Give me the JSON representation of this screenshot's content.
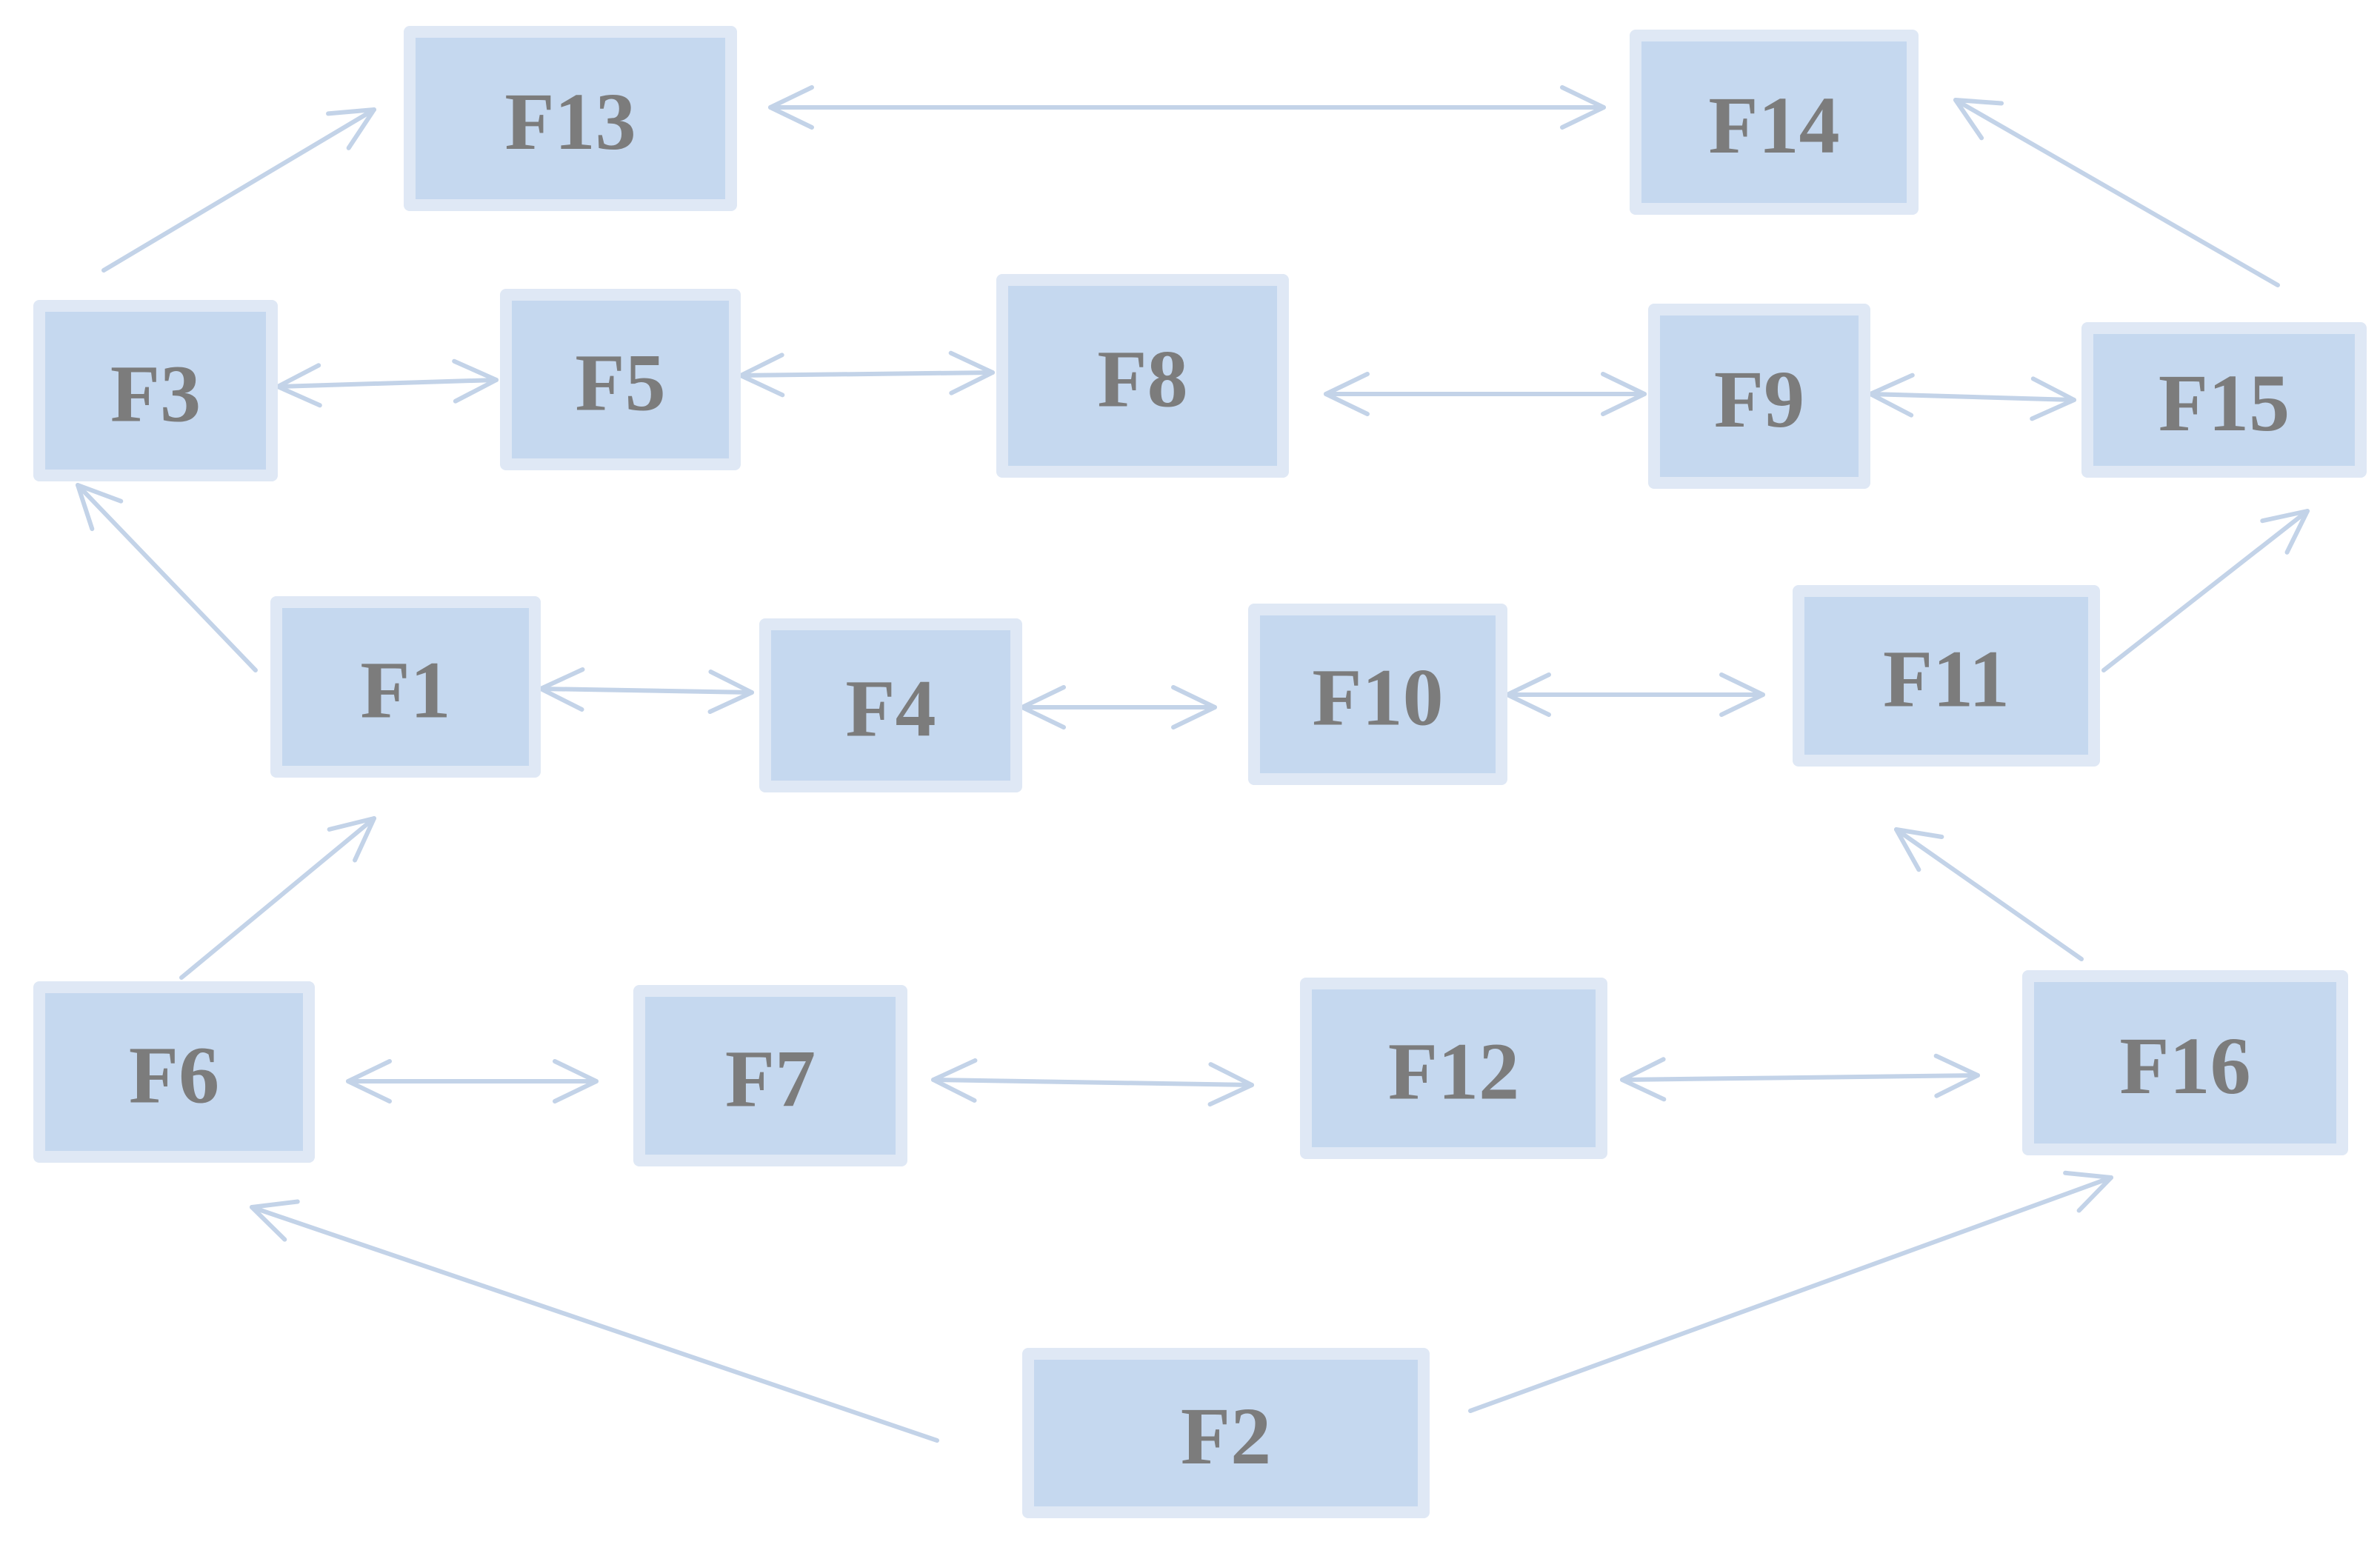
{
  "nodes": [
    {
      "id": "F13",
      "label": "F13"
    },
    {
      "id": "F14",
      "label": "F14"
    },
    {
      "id": "F3",
      "label": "F3"
    },
    {
      "id": "F5",
      "label": "F5"
    },
    {
      "id": "F8",
      "label": "F8"
    },
    {
      "id": "F9",
      "label": "F9"
    },
    {
      "id": "F15",
      "label": "F15"
    },
    {
      "id": "F1",
      "label": "F1"
    },
    {
      "id": "F4",
      "label": "F4"
    },
    {
      "id": "F10",
      "label": "F10"
    },
    {
      "id": "F11",
      "label": "F11"
    },
    {
      "id": "F6",
      "label": "F6"
    },
    {
      "id": "F7",
      "label": "F7"
    },
    {
      "id": "F12",
      "label": "F12"
    },
    {
      "id": "F16",
      "label": "F16"
    },
    {
      "id": "F2",
      "label": "F2"
    }
  ],
  "edges": [
    {
      "from": "F13",
      "to": "F14",
      "direction": "both"
    },
    {
      "from": "F3",
      "to": "F5",
      "direction": "both"
    },
    {
      "from": "F5",
      "to": "F8",
      "direction": "both"
    },
    {
      "from": "F8",
      "to": "F9",
      "direction": "both"
    },
    {
      "from": "F9",
      "to": "F15",
      "direction": "both"
    },
    {
      "from": "F1",
      "to": "F4",
      "direction": "both"
    },
    {
      "from": "F4",
      "to": "F10",
      "direction": "both"
    },
    {
      "from": "F10",
      "to": "F11",
      "direction": "both"
    },
    {
      "from": "F6",
      "to": "F7",
      "direction": "both"
    },
    {
      "from": "F7",
      "to": "F12",
      "direction": "both"
    },
    {
      "from": "F12",
      "to": "F16",
      "direction": "both"
    },
    {
      "from": "F3",
      "to": "F13",
      "direction": "forward"
    },
    {
      "from": "F15",
      "to": "F14",
      "direction": "forward"
    },
    {
      "from": "F1",
      "to": "F3",
      "direction": "forward"
    },
    {
      "from": "F11",
      "to": "F15",
      "direction": "forward"
    },
    {
      "from": "F6",
      "to": "F1",
      "direction": "forward"
    },
    {
      "from": "F16",
      "to": "F11",
      "direction": "forward"
    },
    {
      "from": "F2",
      "to": "F6",
      "direction": "forward"
    },
    {
      "from": "F2",
      "to": "F16",
      "direction": "forward"
    }
  ],
  "colors": {
    "box_fill": "#c5d8ef",
    "box_border": "#dfe8f5",
    "arrow": "#c3d3e8",
    "label": "#7c7c7c"
  }
}
